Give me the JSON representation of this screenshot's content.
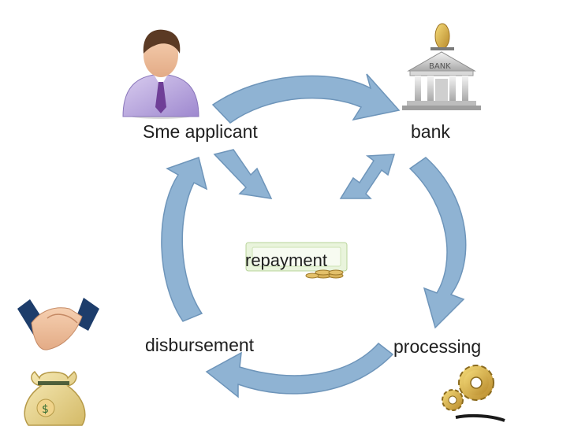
{
  "nodes": {
    "applicant": "Sme applicant",
    "bank": "bank",
    "processing": "processing",
    "disbursement": "disbursement",
    "center": "repayment"
  },
  "images": {
    "bank_sign": "BANK"
  },
  "icons": {
    "applicant": "businessman-icon",
    "bank": "bank-building-icon",
    "processing": "gears-icon",
    "disbursement": "handshake-icon",
    "money": "money-bag-icon",
    "repayment": "cash-bills-icon"
  },
  "colors": {
    "arrow_fill": "#8fb3d3",
    "arrow_stroke": "#6e95ba",
    "text": "#1f1f1f"
  }
}
